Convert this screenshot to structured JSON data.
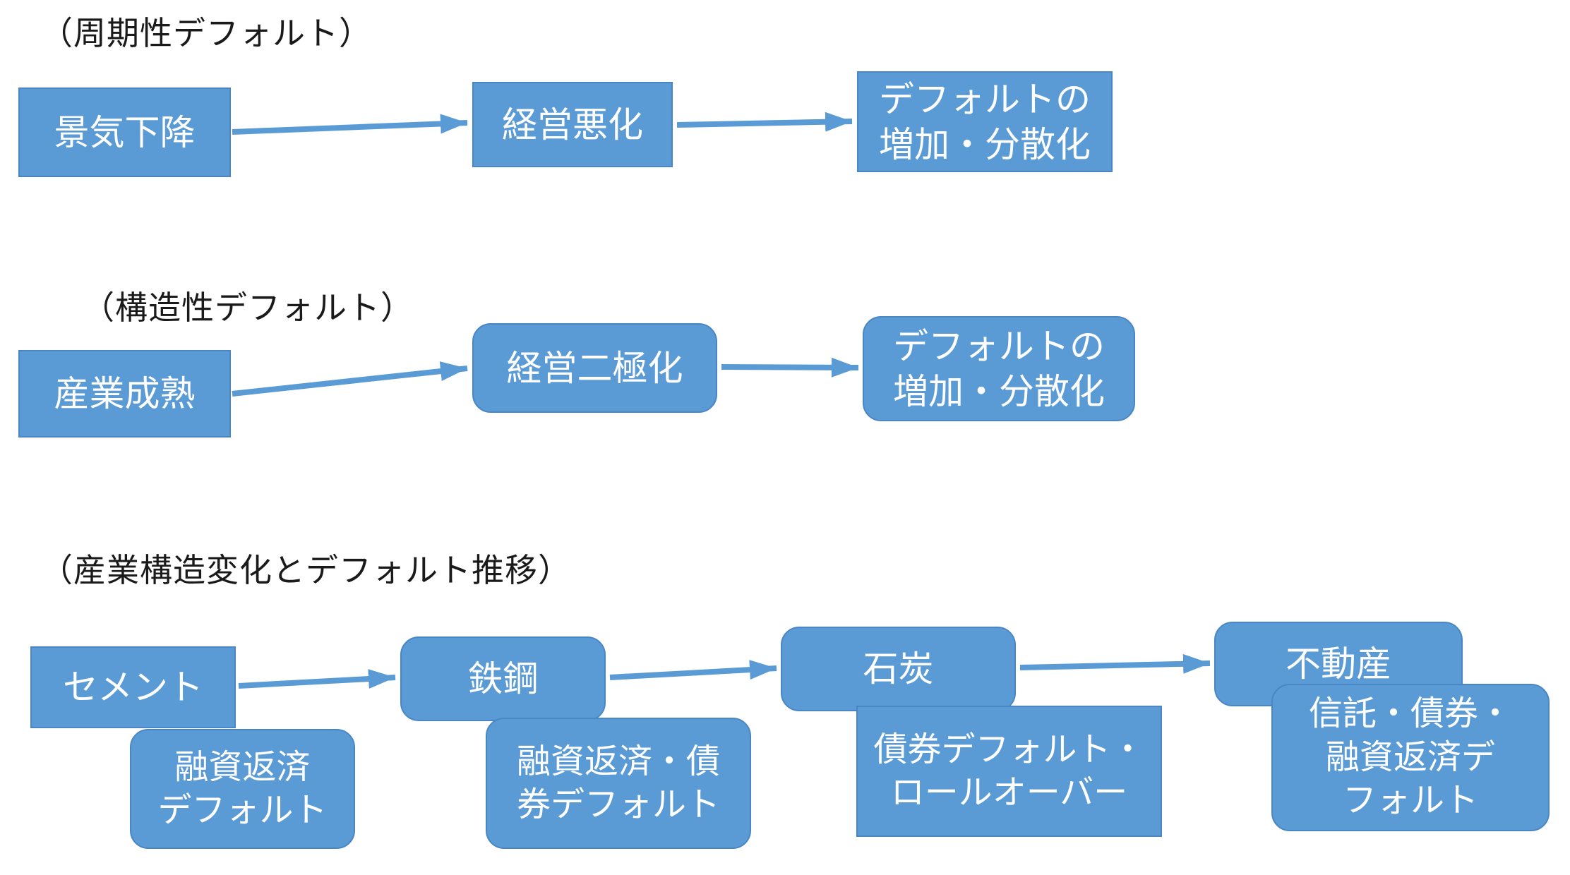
{
  "colors": {
    "background": "#FFFFFF",
    "box_fill": "#5B9BD5",
    "box_border": "#4A86C5",
    "box_text": "#FFFFFF",
    "arrow": "#5B9BD5",
    "title_text": "#1A1A1A"
  },
  "sections": {
    "cyclical": {
      "title": "（周期性デフォルト）",
      "nodes": [
        {
          "label": "景気下降"
        },
        {
          "label": "経営悪化"
        },
        {
          "label": "デフォルトの\n増加・分散化"
        }
      ]
    },
    "structural": {
      "title": "（構造性デフォルト）",
      "nodes": [
        {
          "label": "産業成熟"
        },
        {
          "label": "経営二極化"
        },
        {
          "label": "デフォルトの\n増加・分散化"
        }
      ]
    },
    "transition": {
      "title": "（産業構造変化とデフォルト推移）",
      "industries": [
        {
          "label": "セメント",
          "default_type": "融資返済\nデフォルト"
        },
        {
          "label": "鉄鋼",
          "default_type": "融資返済・債\n券デフォルト"
        },
        {
          "label": "石炭",
          "default_type": "債券デフォルト・\nロールオーバー"
        },
        {
          "label": "不動産",
          "default_type": "信託・債券・\n融資返済デ\nフォルト"
        }
      ]
    }
  }
}
